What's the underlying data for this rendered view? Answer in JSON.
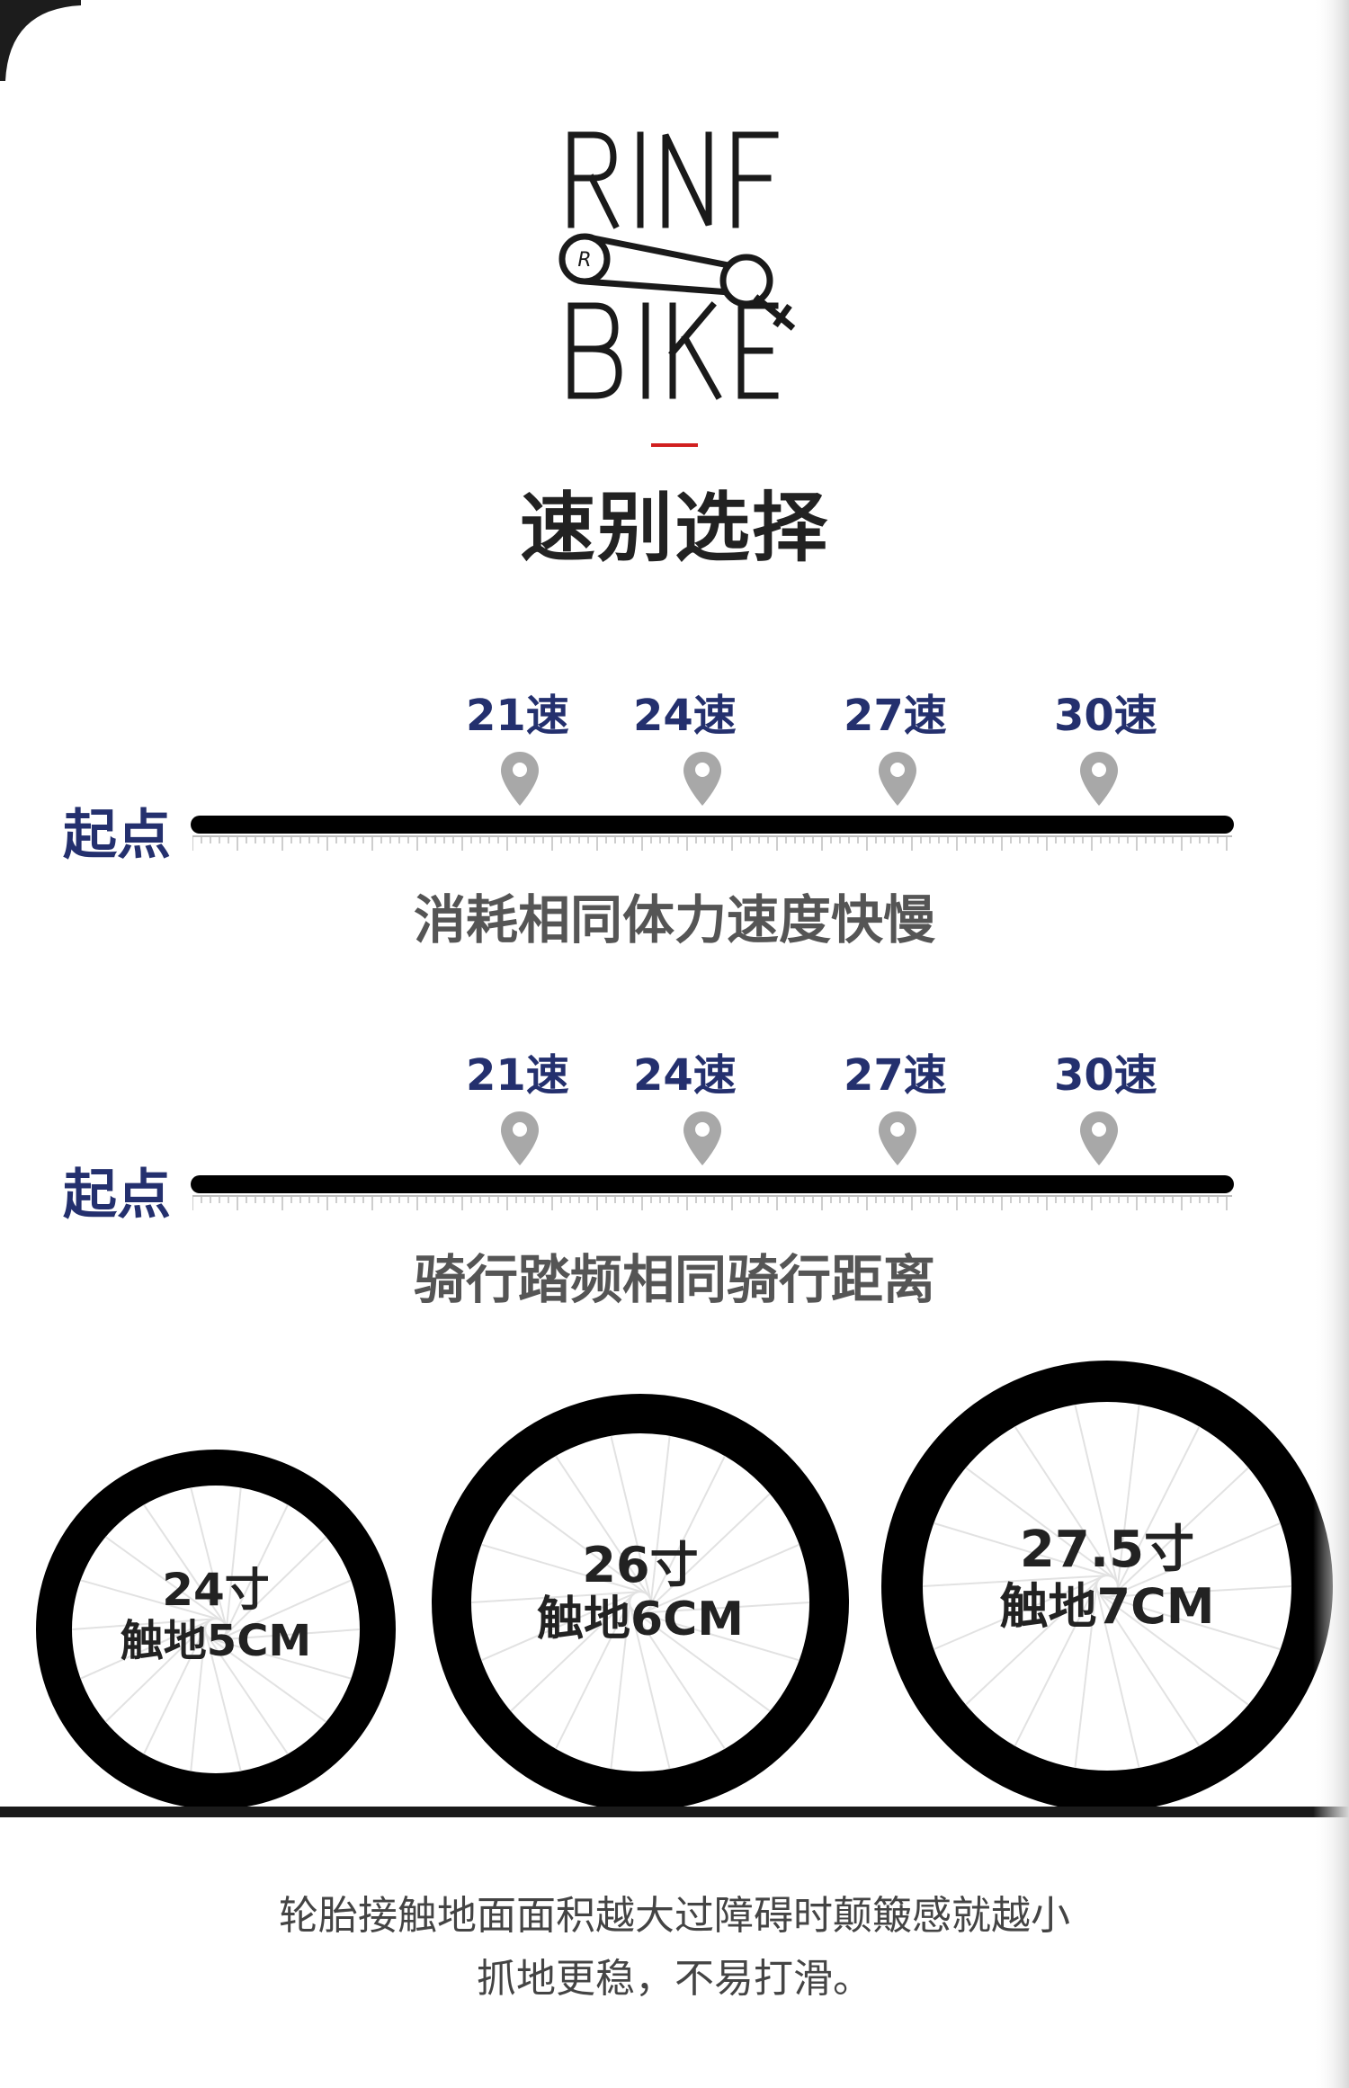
{
  "brand": {
    "logo_line1": "RINF",
    "logo_line2": "BIKE",
    "logo_badge": "R"
  },
  "title": "速别选择",
  "speed_chart_1": {
    "start_label": "起点",
    "speeds": [
      "21速",
      "24速",
      "27速",
      "30速"
    ],
    "caption": "消耗相同体力速度快慢"
  },
  "speed_chart_2": {
    "start_label": "起点",
    "speeds": [
      "21速",
      "24速",
      "27速",
      "30速"
    ],
    "caption": "骑行踏频相同骑行距离"
  },
  "wheels": [
    {
      "size": "24寸",
      "contact": "触地5CM"
    },
    {
      "size": "26寸",
      "contact": "触地6CM"
    },
    {
      "size": "27.5寸",
      "contact": "触地7CM"
    }
  ],
  "footer": {
    "line1": "轮胎接触地面面积越大过障碍时颠簸感就越小",
    "line2": "抓地更稳，不易打滑。"
  },
  "colors": {
    "accent": "#d11f1f",
    "speed_label": "#24306e",
    "pin": "#a8a8a8",
    "line": "#000000"
  }
}
